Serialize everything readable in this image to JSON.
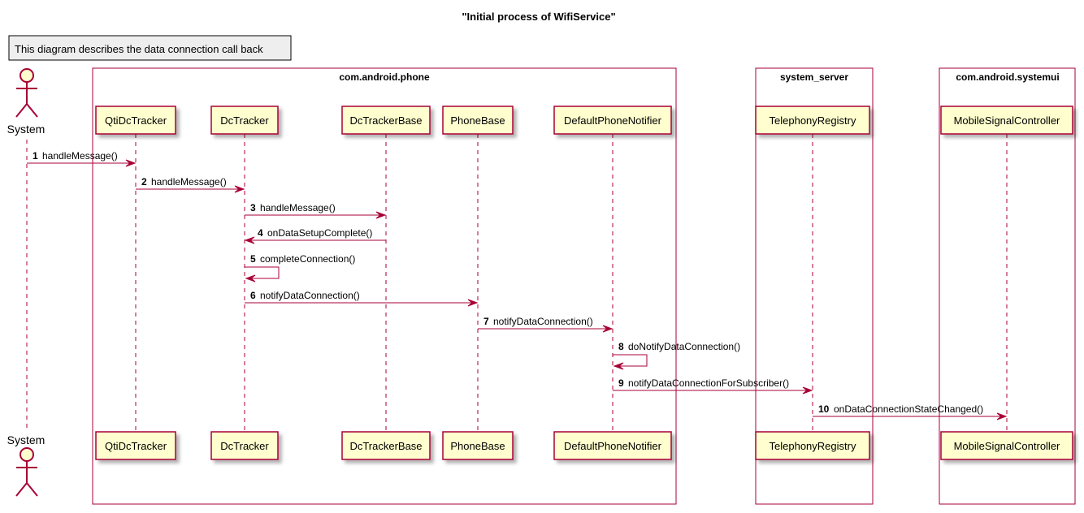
{
  "title": "\"Initial process of WifiService\"",
  "note": "This diagram describes the data connection call back",
  "colors": {
    "line": "#A80036",
    "participant_fill": "#FEFECE",
    "note_fill": "#EEEEEE",
    "box_border": "#A80036",
    "text": "#000000"
  },
  "actor": {
    "label": "System",
    "icon": "stick-figure-actor-icon"
  },
  "boxes": [
    {
      "id": "box-com-android-phone",
      "label": "com.android.phone"
    },
    {
      "id": "box-system-server",
      "label": "system_server"
    },
    {
      "id": "box-com-android-systemui",
      "label": "com.android.systemui"
    }
  ],
  "participants": [
    {
      "id": "qtidctracker",
      "label": "QtiDcTracker"
    },
    {
      "id": "dctracker",
      "label": "DcTracker"
    },
    {
      "id": "dctrackerbase",
      "label": "DcTrackerBase"
    },
    {
      "id": "phonebase",
      "label": "PhoneBase"
    },
    {
      "id": "defaultphonenotifier",
      "label": "DefaultPhoneNotifier"
    },
    {
      "id": "telephonyregistry",
      "label": "TelephonyRegistry"
    },
    {
      "id": "mobilesignalcontroller",
      "label": "MobileSignalController"
    }
  ],
  "messages": [
    {
      "num": "1",
      "label": "handleMessage()",
      "from": "system",
      "to": "qtidctracker"
    },
    {
      "num": "2",
      "label": "handleMessage()",
      "from": "qtidctracker",
      "to": "dctracker"
    },
    {
      "num": "3",
      "label": "handleMessage()",
      "from": "dctracker",
      "to": "dctrackerbase"
    },
    {
      "num": "4",
      "label": "onDataSetupComplete()",
      "from": "dctrackerbase",
      "to": "dctracker"
    },
    {
      "num": "5",
      "label": "completeConnection()",
      "from": "dctracker",
      "to": "dctracker"
    },
    {
      "num": "6",
      "label": "notifyDataConnection()",
      "from": "dctracker",
      "to": "phonebase"
    },
    {
      "num": "7",
      "label": "notifyDataConnection()",
      "from": "phonebase",
      "to": "defaultphonenotifier"
    },
    {
      "num": "8",
      "label": "doNotifyDataConnection()",
      "from": "defaultphonenotifier",
      "to": "defaultphonenotifier"
    },
    {
      "num": "9",
      "label": "notifyDataConnectionForSubscriber()",
      "from": "defaultphonenotifier",
      "to": "telephonyregistry"
    },
    {
      "num": "10",
      "label": "onDataConnectionStateChanged()",
      "from": "telephonyregistry",
      "to": "mobilesignalcontroller"
    }
  ]
}
